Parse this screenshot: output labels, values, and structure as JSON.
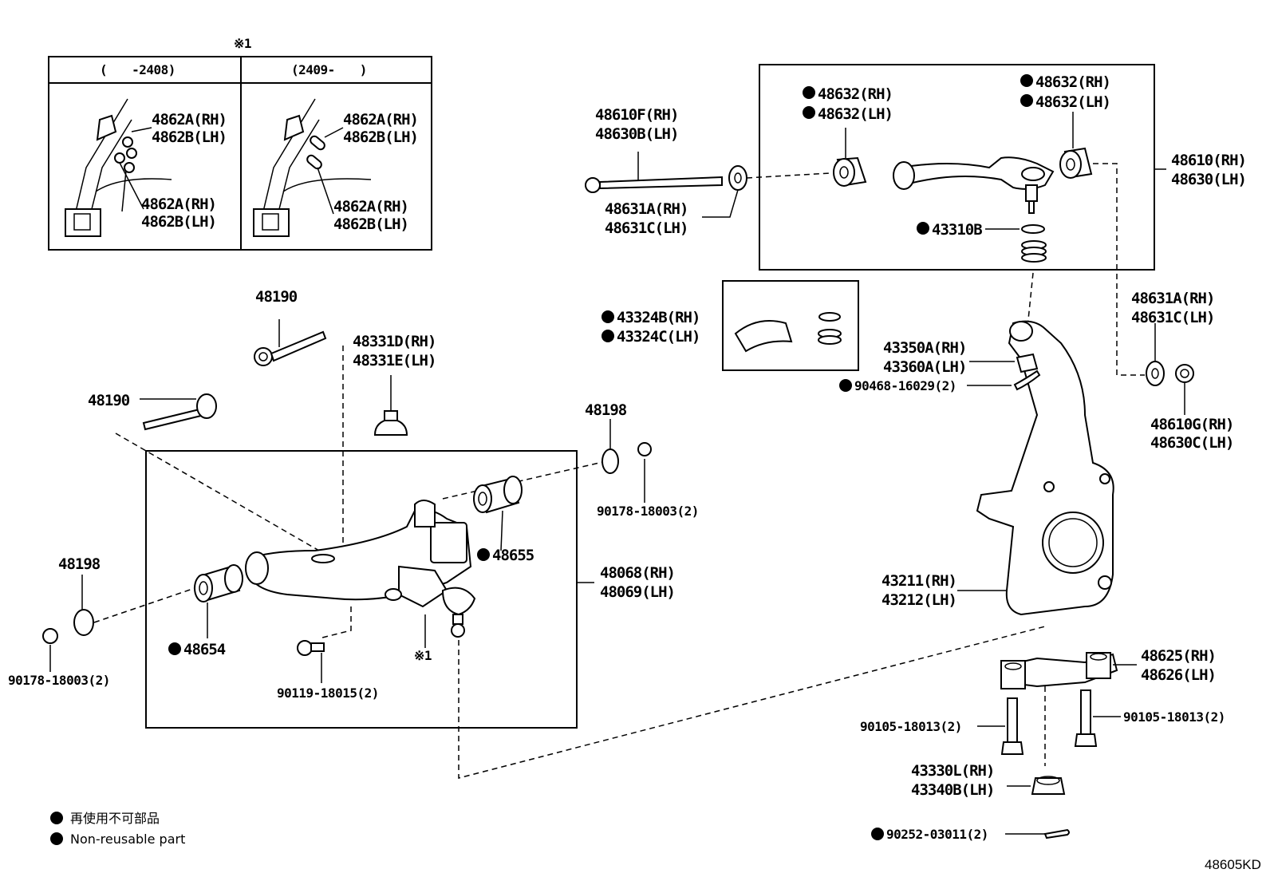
{
  "inset": {
    "ref_mark": "※1",
    "col_left": "(　　-2408)",
    "col_right": "(2409-　　)",
    "left_top_a": "4862A(RH)",
    "left_top_b": "4862B(LH)",
    "left_bot_a": "4862A(RH)",
    "left_bot_b": "4862B(LH)",
    "right_top_a": "4862A(RH)",
    "right_top_b": "4862B(LH)",
    "right_bot_a": "4862A(RH)",
    "right_bot_b": "4862B(LH)"
  },
  "labels": {
    "p48190a": "48190",
    "p48190b": "48190",
    "p48331a": "48331D(RH)",
    "p48331b": "48331E(LH)",
    "p48198a": "48198",
    "p48198b": "48198",
    "p90178a": "90178-18003(2)",
    "p90178b": "90178-18003(2)",
    "p48655": "48655",
    "p48654": "48654",
    "p48068": "48068(RH)",
    "p48069": "48069(LH)",
    "p90119": "90119-18015(2)",
    "ref1": "※1",
    "p48610F": "48610F(RH)",
    "p48630B": "48630B(LH)",
    "p48631Aa": "48631A(RH)",
    "p48631Ca": "48631C(LH)",
    "p48632a1": "48632(RH)",
    "p48632a2": "48632(LH)",
    "p48632b1": "48632(RH)",
    "p48632b2": "48632(LH)",
    "p48610": "48610(RH)",
    "p48630": "48630(LH)",
    "p43310B": "43310B",
    "p43324B": "43324B(RH)",
    "p43324C": "43324C(LH)",
    "p43350A": "43350A(RH)",
    "p43360A": "43360A(LH)",
    "p90468": "90468-16029(2)",
    "p48631Ab": "48631A(RH)",
    "p48631Cb": "48631C(LH)",
    "p48610G": "48610G(RH)",
    "p48630C": "48630C(LH)",
    "p43211": "43211(RH)",
    "p43212": "43212(LH)",
    "p48625": "48625(RH)",
    "p48626": "48626(LH)",
    "p90105a": "90105-18013(2)",
    "p90105b": "90105-18013(2)",
    "p43330L": "43330L(RH)",
    "p43340B": "43340B(LH)",
    "p90252": "90252-03011(2)"
  },
  "legend": {
    "jp": "再使用不可部品",
    "en": "Non-reusable part"
  },
  "diagram_code": "48605KD"
}
